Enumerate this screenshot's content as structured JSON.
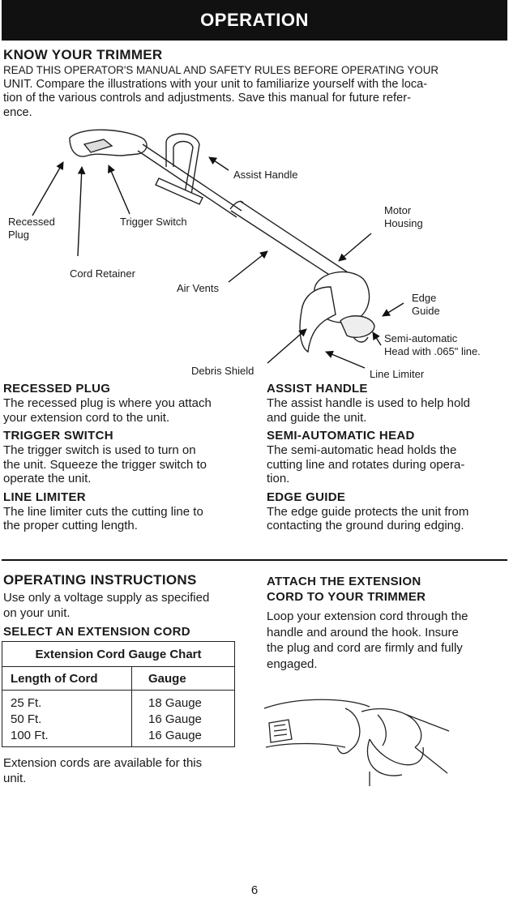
{
  "banner": "OPERATION",
  "know": {
    "title": "KNOW YOUR TRIMMER",
    "intro_lines": [
      "READ THIS OPERATOR'S MANUAL AND SAFETY RULES BEFORE OPERATING YOUR",
      "UNIT. Compare the illustrations with your unit to familiarize yourself with the loca-",
      "tion of the various controls and adjustments. Save this manual for future refer-",
      "ence."
    ]
  },
  "diagram": {
    "labels": {
      "recessed_plug": "Recessed\nPlug",
      "trigger_switch": "Trigger Switch",
      "cord_retainer": "Cord Retainer",
      "air_vents": "Air Vents",
      "assist_handle": "Assist Handle",
      "motor_housing": "Motor\nHousing",
      "edge_guide": "Edge\nGuide",
      "semi_auto_head": "Semi-automatic\nHead with .065\" line.",
      "debris_shield": "Debris Shield",
      "line_limiter": "Line Limiter"
    }
  },
  "features": {
    "left": [
      {
        "title": "RECESSED PLUG",
        "lines": [
          "The recessed plug is where you attach",
          "your extension cord to the unit."
        ]
      },
      {
        "title": "TRIGGER SWITCH",
        "lines": [
          "The trigger switch is used to turn on",
          "the unit. Squeeze the trigger switch to",
          "operate the unit."
        ]
      },
      {
        "title": "LINE LIMITER",
        "lines": [
          "The line limiter cuts the cutting line to",
          "the proper cutting length."
        ]
      }
    ],
    "right": [
      {
        "title": "ASSIST HANDLE",
        "lines": [
          "The assist handle is used to help hold",
          "and guide the unit."
        ]
      },
      {
        "title": "SEMI-AUTOMATIC HEAD",
        "lines": [
          "The semi-automatic head holds the",
          "cutting line and rotates during opera-",
          "tion."
        ]
      },
      {
        "title": "EDGE GUIDE",
        "lines": [
          "The edge guide protects the unit from",
          "contacting the ground during edging."
        ]
      }
    ]
  },
  "operating": {
    "title": "OPERATING INSTRUCTIONS",
    "lines": [
      "Use only a voltage supply as specified",
      "on your unit."
    ],
    "select_title": "SELECT AN EXTENSION CORD",
    "table": {
      "title": "Extension Cord Gauge Chart",
      "col1": "Length of Cord",
      "col2": "Gauge",
      "rows": [
        {
          "length": "25 Ft.",
          "gauge": "18 Gauge"
        },
        {
          "length": "50 Ft.",
          "gauge": "16 Gauge"
        },
        {
          "length": "100 Ft.",
          "gauge": "16 Gauge"
        }
      ]
    },
    "footer_lines": [
      "Extension cords are available for this",
      "unit."
    ]
  },
  "attach": {
    "title_lines": [
      "ATTACH THE EXTENSION",
      "CORD TO YOUR TRIMMER"
    ],
    "lines": [
      "Loop your extension cord through the",
      "handle and around the hook. Insure",
      "the plug and cord are firmly and fully",
      "engaged."
    ]
  },
  "page_number": "6"
}
